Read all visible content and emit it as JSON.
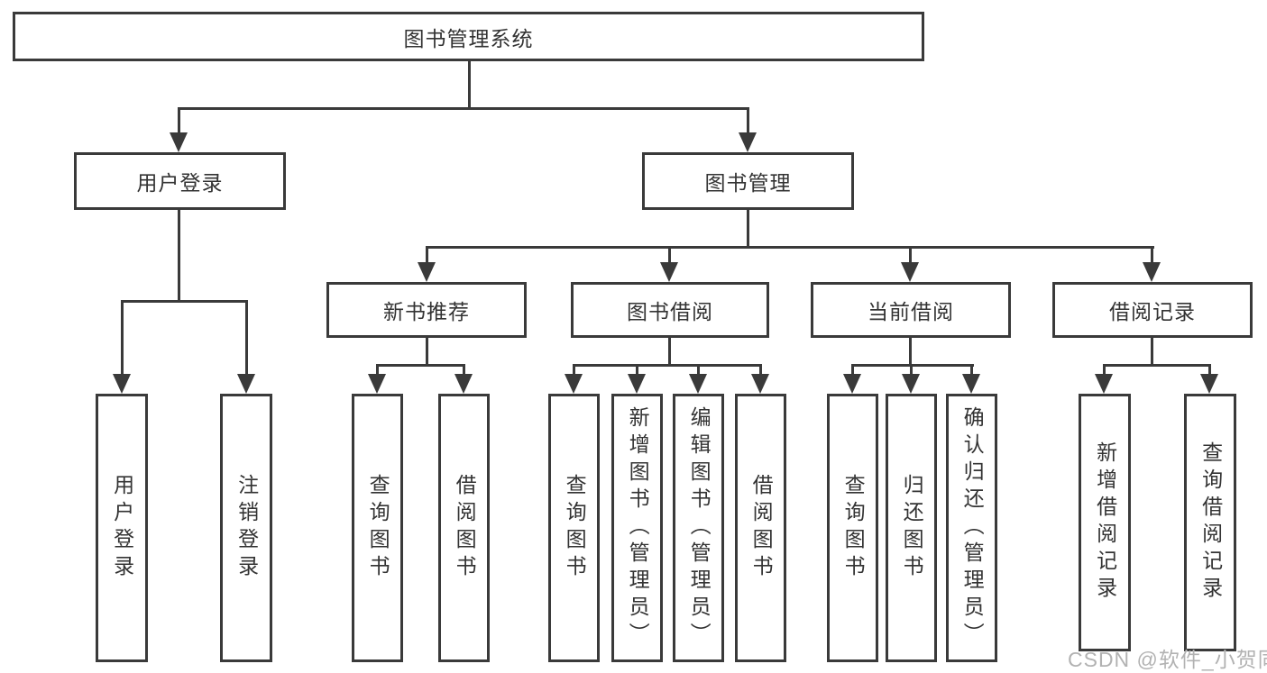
{
  "diagram": {
    "root_label": "图书管理系统",
    "level2": [
      {
        "label": "用户登录"
      },
      {
        "label": "图书管理"
      }
    ],
    "level3": [
      {
        "label": "新书推荐"
      },
      {
        "label": "图书借阅"
      },
      {
        "label": "当前借阅"
      },
      {
        "label": "借阅记录"
      }
    ],
    "leaves": {
      "user_login": [
        "用户登录",
        "注销登录"
      ],
      "new_book_recommend": [
        "查询图书",
        "借阅图书"
      ],
      "book_borrow": [
        "查询图书",
        "新增图书（管理员）",
        "编辑图书（管理员）",
        "借阅图书"
      ],
      "current_borrow": [
        "查询图书",
        "归还图书",
        "确认归还（管理员）"
      ],
      "borrow_records": [
        "新增借阅记录",
        "查询借阅记录"
      ]
    }
  },
  "watermark": "CSDN @软件_小贺同学",
  "colors": {
    "line": "#3a3a3a",
    "text": "#333333",
    "watermark": "#b2b2b2",
    "background": "#ffffff"
  }
}
